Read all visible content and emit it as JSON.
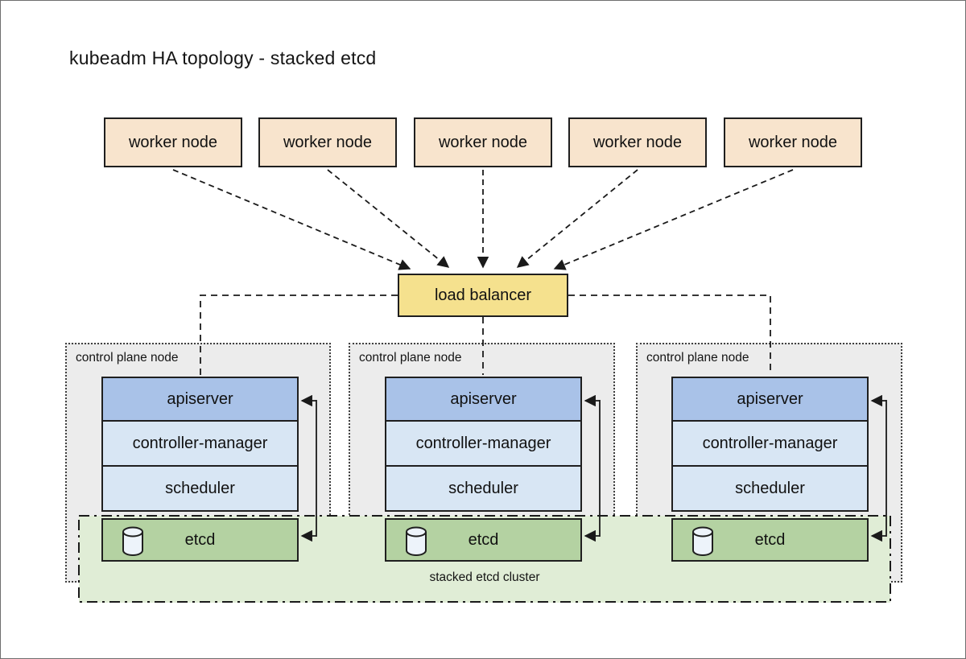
{
  "title": "kubeadm HA topology - stacked etcd",
  "workers": [
    {
      "label": "worker node"
    },
    {
      "label": "worker node"
    },
    {
      "label": "worker node"
    },
    {
      "label": "worker node"
    },
    {
      "label": "worker node"
    }
  ],
  "load_balancer": {
    "label": "load balancer"
  },
  "control_plane_nodes": [
    {
      "label": "control plane node",
      "components": {
        "apiserver": "apiserver",
        "controller_manager": "controller-manager",
        "scheduler": "scheduler",
        "etcd": "etcd"
      }
    },
    {
      "label": "control plane node",
      "components": {
        "apiserver": "apiserver",
        "controller_manager": "controller-manager",
        "scheduler": "scheduler",
        "etcd": "etcd"
      }
    },
    {
      "label": "control plane node",
      "components": {
        "apiserver": "apiserver",
        "controller_manager": "controller-manager",
        "scheduler": "scheduler",
        "etcd": "etcd"
      }
    }
  ],
  "etcd_cluster": {
    "label": "stacked etcd cluster"
  },
  "icons": {
    "etcd_icon": "database-cylinder"
  },
  "colors": {
    "worker_fill": "#f8e4cd",
    "load_balancer_fill": "#f5e18e",
    "control_plane_fill": "#ececec",
    "apiserver_fill": "#a9c2e8",
    "component_fill": "#d8e6f4",
    "etcd_fill": "#b4d2a2",
    "etcd_cluster_fill": "#e0edd6",
    "line_color": "#1a1a1a"
  }
}
